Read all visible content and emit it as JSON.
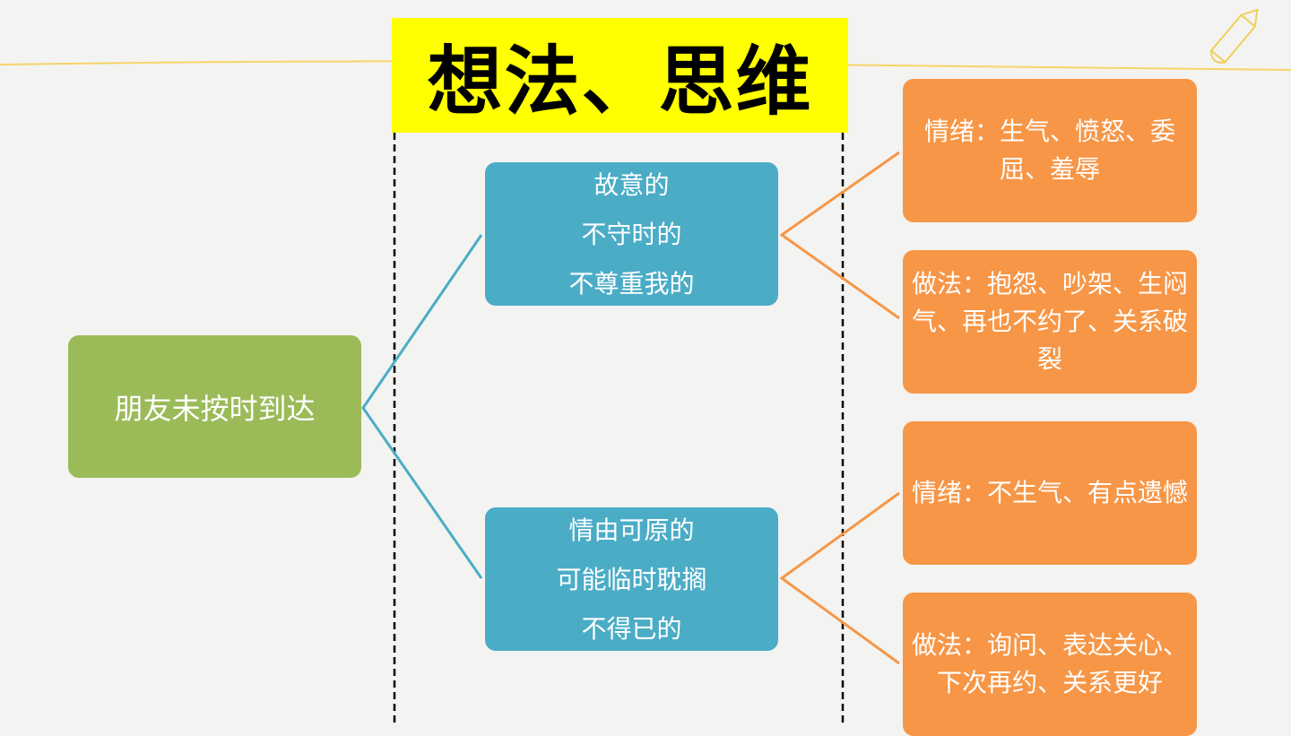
{
  "title": "想法、思维",
  "event": "朋友未按时到达",
  "thoughts": [
    {
      "lines": [
        "故意的",
        "不守时的",
        "不尊重我的"
      ],
      "outcomes": [
        {
          "text": "情绪：生气、愤怒、委屈、羞辱"
        },
        {
          "text": "做法：抱怨、吵架、生闷气、再也不约了、关系破裂"
        }
      ]
    },
    {
      "lines": [
        "情由可原的",
        "可能临时耽搁",
        "不得已的"
      ],
      "outcomes": [
        {
          "text": "情绪：不生气、有点遗憾"
        },
        {
          "text": "做法：询问、表达关心、下次再约、关系更好"
        }
      ]
    }
  ],
  "colors": {
    "title_bg": "#ffff00",
    "event": "#9bbb59",
    "thought": "#4bacc6",
    "outcome": "#f79646",
    "accent_line": "#f5d46a"
  }
}
